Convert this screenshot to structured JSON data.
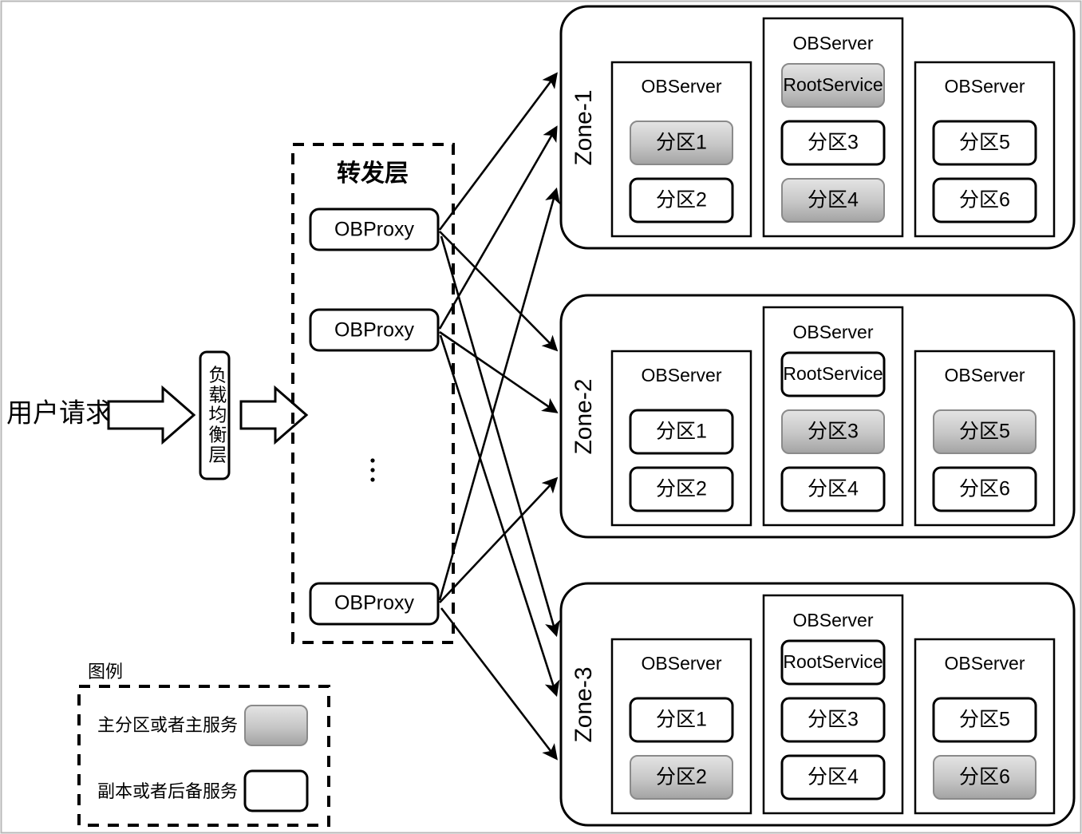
{
  "diagram": {
    "title": "OceanBase cluster request routing architecture",
    "user_request_label": "用户请求",
    "load_balancer_label": "负载均衡层",
    "forwarding_layer": {
      "title": "转发层",
      "proxies": [
        {
          "label": "OBProxy"
        },
        {
          "label": "OBProxy"
        },
        {
          "label": "OBProxy"
        }
      ],
      "ellipsis": "⋮"
    },
    "zones": [
      {
        "name": "Zone-1",
        "servers": [
          {
            "label": "OBServer",
            "has_root_service": false,
            "root_service_label": "",
            "root_service_primary": false,
            "partitions": [
              {
                "label": "分区1",
                "primary": true
              },
              {
                "label": "分区2",
                "primary": false
              }
            ]
          },
          {
            "label": "OBServer",
            "has_root_service": true,
            "root_service_label": "RootService",
            "root_service_primary": true,
            "partitions": [
              {
                "label": "分区3",
                "primary": false
              },
              {
                "label": "分区4",
                "primary": true
              }
            ]
          },
          {
            "label": "OBServer",
            "has_root_service": false,
            "root_service_label": "",
            "root_service_primary": false,
            "partitions": [
              {
                "label": "分区5",
                "primary": false
              },
              {
                "label": "分区6",
                "primary": false
              }
            ]
          }
        ]
      },
      {
        "name": "Zone-2",
        "servers": [
          {
            "label": "OBServer",
            "has_root_service": false,
            "root_service_label": "",
            "root_service_primary": false,
            "partitions": [
              {
                "label": "分区1",
                "primary": false
              },
              {
                "label": "分区2",
                "primary": false
              }
            ]
          },
          {
            "label": "OBServer",
            "has_root_service": true,
            "root_service_label": "RootService",
            "root_service_primary": false,
            "partitions": [
              {
                "label": "分区3",
                "primary": true
              },
              {
                "label": "分区4",
                "primary": false
              }
            ]
          },
          {
            "label": "OBServer",
            "has_root_service": false,
            "root_service_label": "",
            "root_service_primary": false,
            "partitions": [
              {
                "label": "分区5",
                "primary": true
              },
              {
                "label": "分区6",
                "primary": false
              }
            ]
          }
        ]
      },
      {
        "name": "Zone-3",
        "servers": [
          {
            "label": "OBServer",
            "has_root_service": false,
            "root_service_label": "",
            "root_service_primary": false,
            "partitions": [
              {
                "label": "分区1",
                "primary": false
              },
              {
                "label": "分区2",
                "primary": true
              }
            ]
          },
          {
            "label": "OBServer",
            "has_root_service": true,
            "root_service_label": "RootService",
            "root_service_primary": false,
            "partitions": [
              {
                "label": "分区3",
                "primary": false
              },
              {
                "label": "分区4",
                "primary": false
              }
            ]
          },
          {
            "label": "OBServer",
            "has_root_service": false,
            "root_service_label": "",
            "root_service_primary": false,
            "partitions": [
              {
                "label": "分区5",
                "primary": false
              },
              {
                "label": "分区6",
                "primary": true
              }
            ]
          }
        ]
      }
    ],
    "legend": {
      "title": "图例",
      "items": [
        {
          "label": "主分区或者主服务",
          "primary": true
        },
        {
          "label": "副本或者后备服务",
          "primary": false
        }
      ]
    },
    "colors": {
      "primary_fill_top": "#e2e2e2",
      "primary_fill_bottom": "#a6a6a6",
      "secondary_fill": "#ffffff",
      "stroke": "#000000",
      "frame": "#b8b8b8"
    }
  }
}
